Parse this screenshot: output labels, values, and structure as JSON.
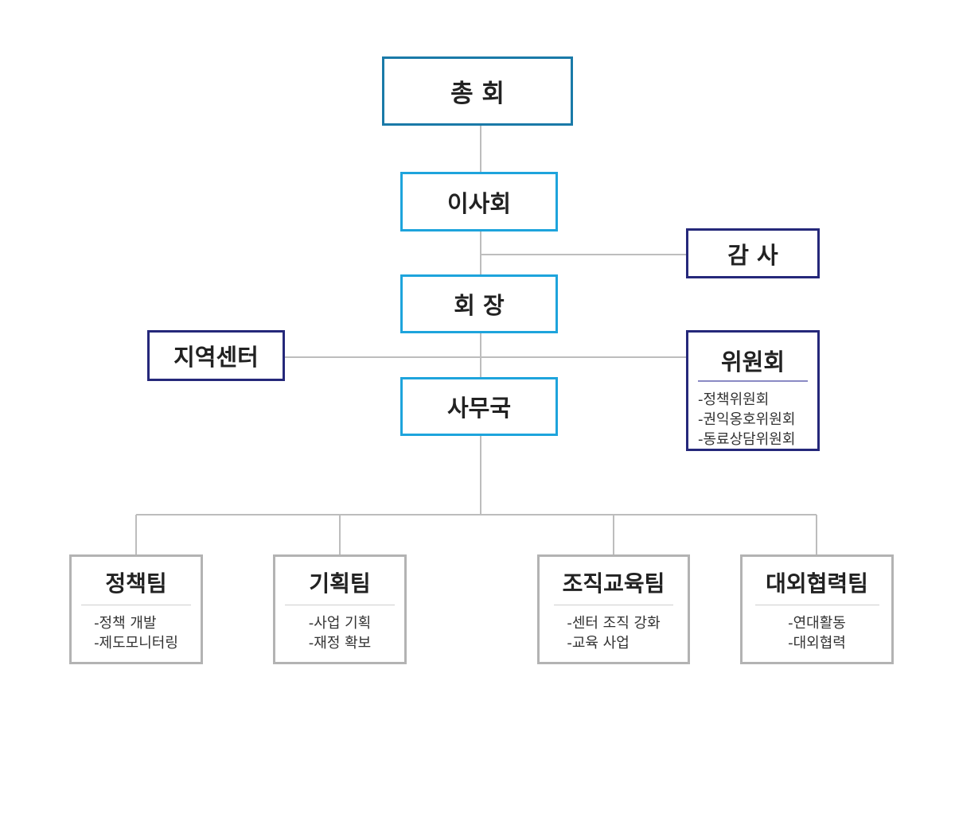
{
  "nodes": {
    "general_assembly": "총 회",
    "board": "이사회",
    "auditor": "감 사",
    "president": "회 장",
    "regional_center": "지역센터",
    "committee": {
      "title": "위원회",
      "items": [
        "-정책위원회",
        "-권익옹호위원회",
        "-동료상담위원회"
      ]
    },
    "secretariat": "사무국"
  },
  "teams": [
    {
      "title": "정책팀",
      "items": [
        "-정책 개발",
        "-제도모니터링"
      ]
    },
    {
      "title": "기획팀",
      "items": [
        "-사업 기획",
        "-재정 확보"
      ]
    },
    {
      "title": "조직교육팀",
      "items": [
        "-센터 조직 강화",
        "-교육 사업"
      ]
    },
    {
      "title": "대외협력팀",
      "items": [
        "-연대활동",
        "-대외협력"
      ]
    }
  ],
  "colors": {
    "top_border": "#1a7aa8",
    "primary_border": "#1ea4dc",
    "secondary_border": "#25287a",
    "team_border": "#b3b3b3",
    "connector": "#bdbdbd"
  }
}
